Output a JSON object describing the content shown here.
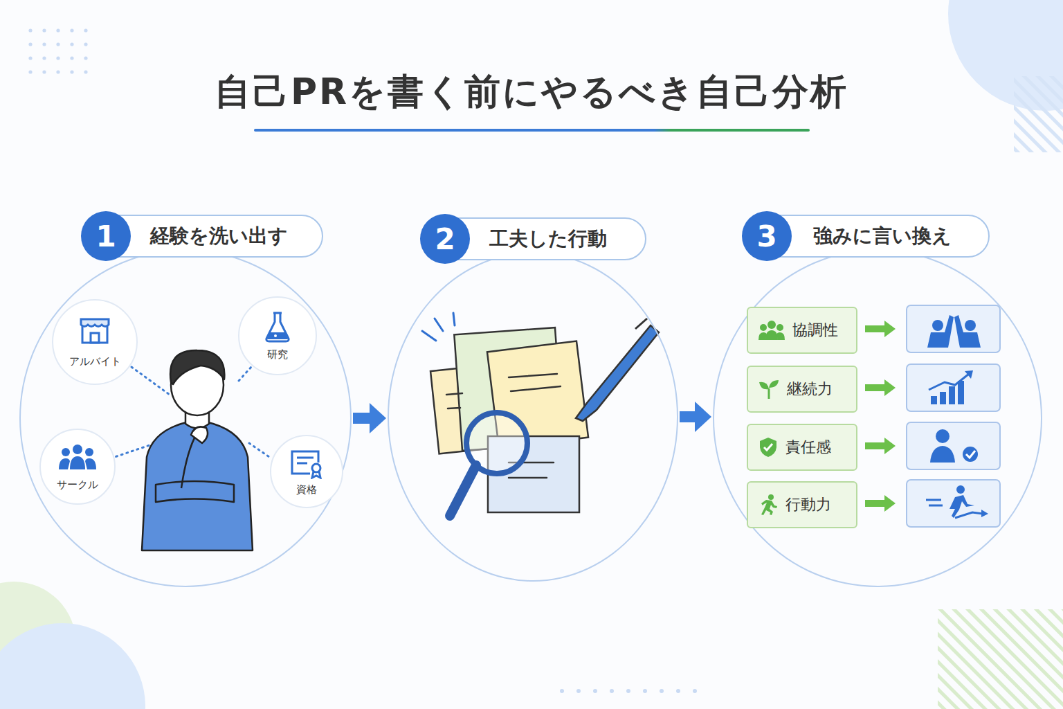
{
  "diagram": {
    "title": "自己PRを書く前にやるべき自己分析",
    "nodes": [
      {
        "text": [
          "1",
          "経験を洗い出す"
        ]
      },
      {
        "text": [
          "アルバイト"
        ],
        "in": 0
      },
      {
        "text": [
          "研究"
        ],
        "in": 0
      },
      {
        "text": [
          "サークル"
        ],
        "in": 0
      },
      {
        "text": [
          "資格"
        ],
        "in": 0
      },
      {
        "text": [
          "2",
          "工夫した行動"
        ]
      },
      {
        "text": [
          "3",
          "強みに言い換え"
        ]
      },
      {
        "text": [
          "協調性"
        ],
        "in": 6
      },
      {
        "text": [
          "継続力"
        ],
        "in": 6
      },
      {
        "text": [
          "責任感"
        ],
        "in": 6
      },
      {
        "text": [
          "行動力"
        ],
        "in": 6
      }
    ],
    "edges": [
      {
        "from": 0,
        "to": 5,
        "arrow": "to"
      },
      {
        "from": 5,
        "to": 6,
        "arrow": "to"
      }
    ]
  }
}
